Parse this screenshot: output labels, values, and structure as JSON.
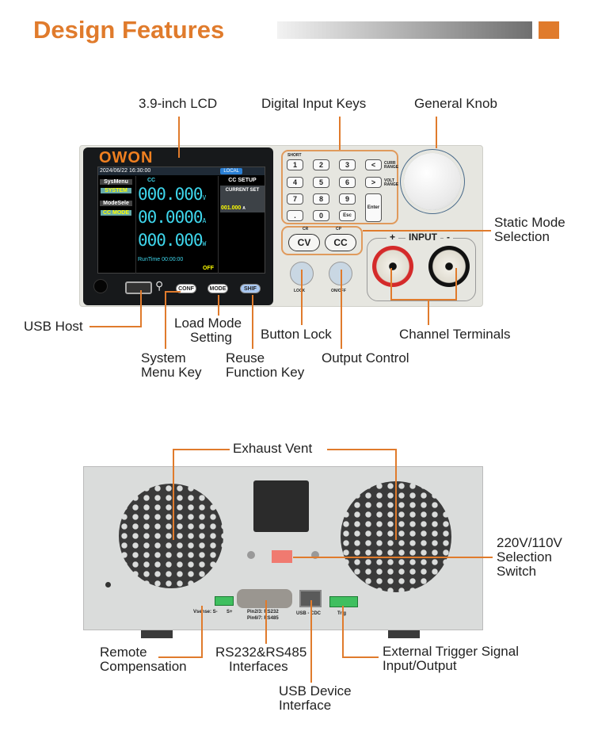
{
  "header": {
    "title": "Design Features",
    "accent": "#e07b2c"
  },
  "front": {
    "brand": "OWON",
    "screen": {
      "datetime": "2024/06/22 16:30:00",
      "status": "LOCAL",
      "mode_label": "CC",
      "sysmenu": "SysMenu",
      "system": "SYSTEM",
      "modesele": "ModeSele",
      "ccmode": "CC MODE",
      "voltage": "000.000",
      "voltage_unit": "V",
      "current": "00.0000",
      "current_unit": "A",
      "power": "000.000",
      "power_unit": "W",
      "runtime": "RunTime 00:00:00",
      "output": "OFF",
      "setup_title": "CC SETUP",
      "current_set_label": "CURRENT SET",
      "current_set_value": "001.000",
      "current_set_unit": "A"
    },
    "buttons": {
      "conf": "CONF",
      "mode": "MODE",
      "shif": "SHIF",
      "lock": "LOCK",
      "onoff": "ON/OFF",
      "cv": "CV",
      "cc": "CC",
      "cr": "CR",
      "cp": "CP",
      "input": "INPUT",
      "plus": "+",
      "minus": "-"
    },
    "keypad": {
      "short": "SHORT",
      "keys": [
        "1",
        "2",
        "3",
        "4",
        "5",
        "6",
        "7",
        "8",
        "9",
        ".",
        "0",
        "Esc"
      ],
      "left": "<",
      "right": ">",
      "enter": "Enter",
      "curr_range": "CURR RANGE",
      "volt_range": "VOLT RANGE"
    }
  },
  "back": {
    "vsense": "Vsense: S-",
    "splus": "S+",
    "pin1": "Pin2/3: RS232",
    "pin2": "Pin6/7: RS485",
    "usb": "USB - CDC",
    "trig": "Trig"
  },
  "callouts": {
    "lcd": "3.9-inch LCD",
    "keys": "Digital Input Keys",
    "knob": "General Knob",
    "static1": "Static Mode",
    "static2": "Selection",
    "usb_host": "USB Host",
    "load1": "Load Mode",
    "load2": "Setting",
    "lock": "Button Lock",
    "terminals": "Channel Terminals",
    "sys1": "System",
    "sys2": "Menu Key",
    "reuse1": "Reuse",
    "reuse2": "Function Key",
    "output": "Output Control",
    "vent": "Exhaust Vent",
    "switch1": "220V/110V",
    "switch2": "Selection",
    "switch3": "Switch",
    "remote1": "Remote",
    "remote2": "Compensation",
    "rs1": "RS232&RS485",
    "rs2": "Interfaces",
    "usbdev1": "USB Device",
    "usbdev2": "Interface",
    "trig1": "External Trigger Signal",
    "trig2": "Input/Output"
  }
}
